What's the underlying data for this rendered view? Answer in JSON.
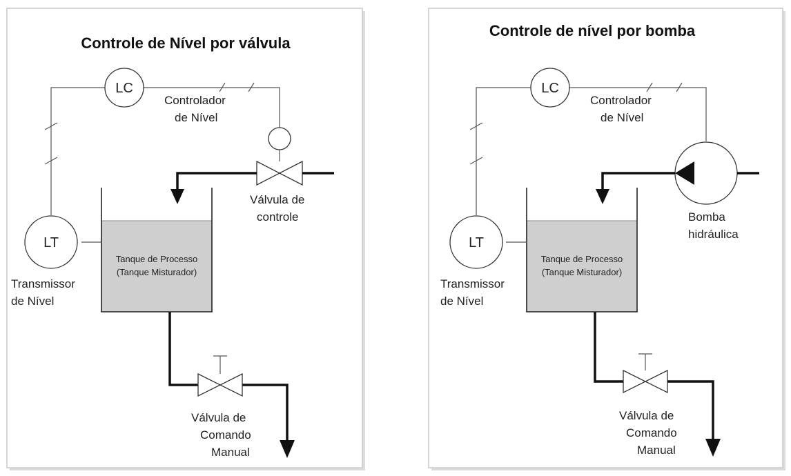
{
  "panels": [
    {
      "title": "Controle de Nível por válvula",
      "controller_tag": "LC",
      "controller_label": [
        "Controlador",
        "de Nível"
      ],
      "transmitter_tag": "LT",
      "transmitter_label": [
        "Transmissor",
        "de Nível"
      ],
      "actuator_label": [
        "Válvula de",
        "controle"
      ],
      "tank_label": [
        "Tanque de Processo",
        "(Tanque Misturador)"
      ],
      "manual_valve_label": [
        "Válvula de",
        "Comando",
        "Manual"
      ]
    },
    {
      "title": "Controle de nível por bomba",
      "controller_tag": "LC",
      "controller_label": [
        "Controlador",
        "de Nível"
      ],
      "transmitter_tag": "LT",
      "transmitter_label": [
        "Transmissor",
        "de Nível"
      ],
      "actuator_label": [
        "Bomba",
        "hidráulica"
      ],
      "tank_label": [
        "Tanque de Processo",
        "(Tanque Misturador)"
      ],
      "manual_valve_label": [
        "Válvula de",
        "Comando",
        "Manual"
      ]
    }
  ]
}
